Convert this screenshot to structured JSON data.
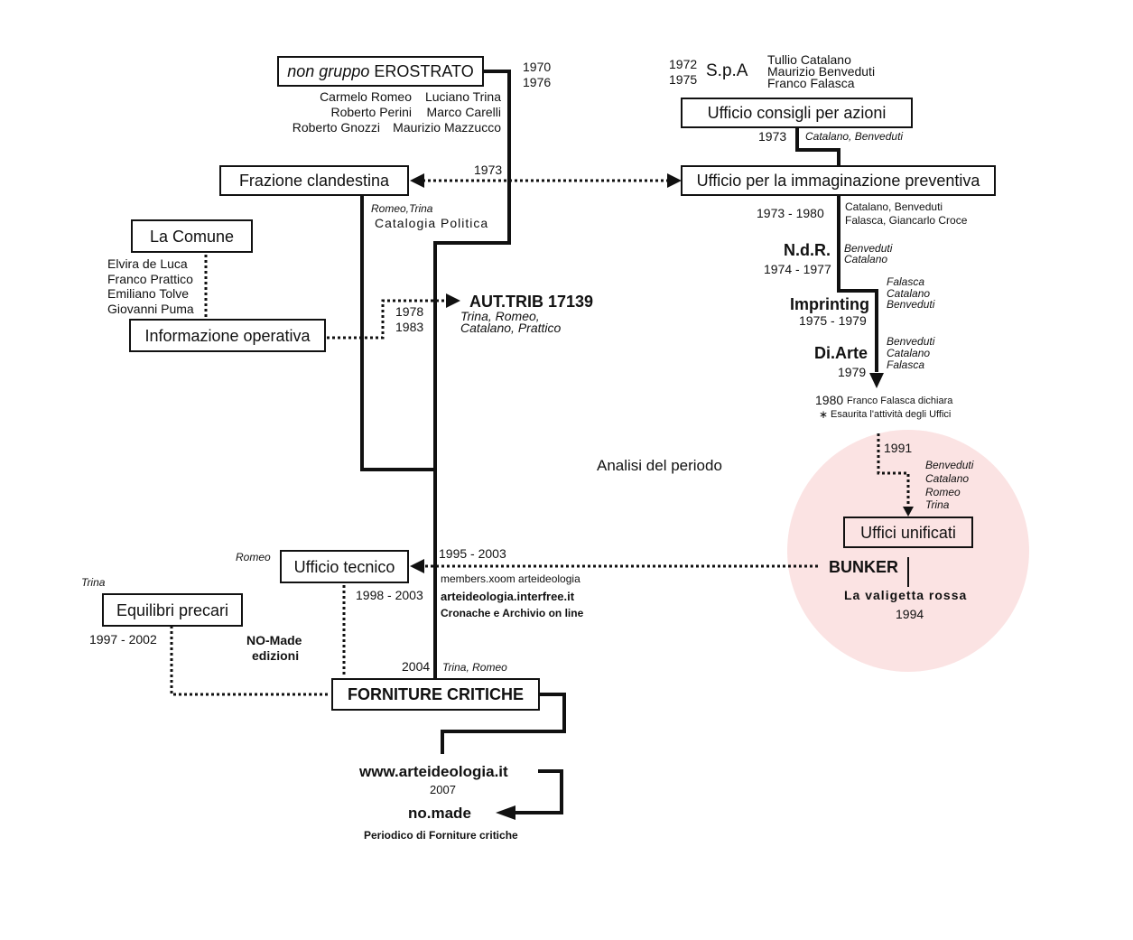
{
  "erostrato": {
    "prefix": "non gruppo",
    "name": "EROSTRATO",
    "years": [
      "1970",
      "1976"
    ],
    "members_left": [
      "Carmelo Romeo",
      "Roberto Perini",
      "Roberto Gnozzi"
    ],
    "members_right": [
      "Luciano Trina",
      "Marco Carelli",
      "Maurizio Mazzucco"
    ]
  },
  "spa": {
    "years": [
      "1972",
      "1975"
    ],
    "name": "S.p.A",
    "members": [
      "Tullio Catalano",
      "Maurizio Benveduti",
      "Franco Falasca"
    ]
  },
  "ufficio_consigli": {
    "label": "Ufficio consigli per azioni",
    "year": "1973",
    "members": "Catalano, Benveduti"
  },
  "frazione": {
    "label": "Frazione clandestina",
    "year": "1973",
    "members": "Romeo,Trina",
    "sub": "Catalogia Politica"
  },
  "ufficio_immaginazione": {
    "label": "Ufficio per la immaginazione preventiva",
    "years": "1973 - 1980",
    "members": [
      "Catalano, Benveduti",
      "Falasca, Giancarlo Croce"
    ]
  },
  "la_comune": {
    "label": "La Comune",
    "members": [
      "Elvira de Luca",
      "Franco Prattico",
      "Emiliano Tolve",
      "Giovanni Puma"
    ]
  },
  "informazione": {
    "label": "Informazione operativa",
    "years": [
      "1978",
      "1983"
    ]
  },
  "aut_trib": {
    "label": "AUT.TRIB 17139",
    "members": [
      "Trina, Romeo,",
      "Catalano, Prattico"
    ]
  },
  "ndr": {
    "label": "N.d.R.",
    "years": "1974 - 1977",
    "members": [
      "Benveduti",
      "Catalano"
    ]
  },
  "imprinting": {
    "label": "Imprinting",
    "years": "1975 - 1979",
    "members": [
      "Falasca",
      "Catalano",
      "Benveduti"
    ]
  },
  "diarte": {
    "label": "Di.Arte",
    "year": "1979",
    "members": [
      "Benveduti",
      "Catalano",
      "Falasca"
    ]
  },
  "falasca_note": {
    "year": "1980",
    "line1": "Franco Falasca dichiara",
    "line2": "Esaurita l'attività degli Uffici",
    "star": "∗"
  },
  "analisi": "Analisi del periodo",
  "uffici_unificati": {
    "year": "1991",
    "members": [
      "Benveduti",
      "Catalano",
      "Romeo",
      "Trina"
    ],
    "label": "Uffici unificati"
  },
  "bunker": {
    "label": "BUNKER",
    "sub": "La valigetta rossa",
    "year": "1994"
  },
  "ufficio_tecnico": {
    "label": "Ufficio tecnico",
    "member": "Romeo",
    "years": "1995 - 2003",
    "sites": [
      "members.xoom arteideologia",
      "arteideologia.interfree.it",
      "Cronache e Archivio on line"
    ],
    "years2": "1998 - 2003"
  },
  "equilibri": {
    "label": "Equilibri precari",
    "member": "Trina",
    "years": "1997 - 2002"
  },
  "nomade_edizioni": [
    "NO-Made",
    "edizioni"
  ],
  "forniture": {
    "label": "FORNITURE CRITICHE",
    "year": "2004",
    "members": "Trina, Romeo"
  },
  "website": {
    "label": "www.arteideologia.it",
    "year": "2007"
  },
  "nomade": {
    "label": "no.made",
    "sub": "Periodico di Forniture critiche"
  },
  "colors": {
    "line": "#111111",
    "circle": "#fbe3e3"
  }
}
